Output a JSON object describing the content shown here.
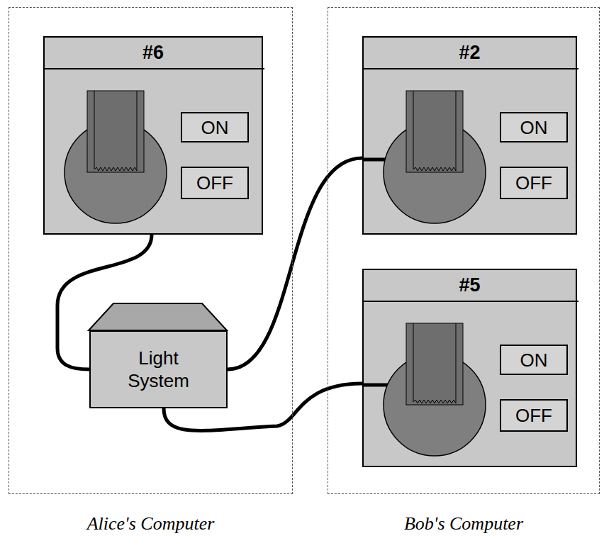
{
  "diagram": {
    "nodes": [
      {
        "text": [
          "Alice's Computer"
        ]
      },
      {
        "text": [
          "#6"
        ],
        "in": 0
      },
      {
        "text": [
          "ON"
        ],
        "in": 1
      },
      {
        "text": [
          "OFF"
        ],
        "in": 1
      },
      {
        "text": [
          "Light System"
        ],
        "in": 0
      },
      {
        "text": [
          "Bob's Computer"
        ]
      },
      {
        "text": [
          "#2"
        ],
        "in": 5
      },
      {
        "text": [
          "ON"
        ],
        "in": 6
      },
      {
        "text": [
          "OFF"
        ],
        "in": 6
      },
      {
        "text": [
          "#5"
        ],
        "in": 5
      },
      {
        "text": [
          "ON"
        ],
        "in": 9
      },
      {
        "text": [
          "OFF"
        ],
        "in": 9
      }
    ],
    "edges": [
      {
        "from": 1,
        "to": 4,
        "arrow": "none"
      },
      {
        "from": 4,
        "to": 6,
        "arrow": "none"
      },
      {
        "from": 4,
        "to": 9,
        "arrow": "none"
      }
    ]
  }
}
